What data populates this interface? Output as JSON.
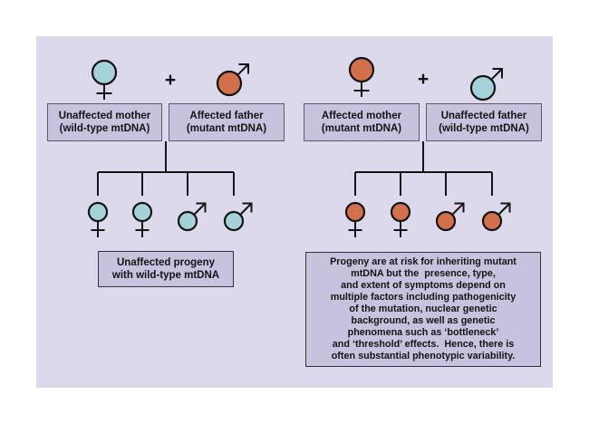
{
  "colors": {
    "page_bg": "#ffffff",
    "panel_bg": "#dcd9ec",
    "box_fill": "#c7c2de",
    "box_border": "#5b5b68",
    "summary_border": "#32323c",
    "teal": "#a5d1d8",
    "orange": "#d1704b",
    "line": "#141414",
    "text": "#141414"
  },
  "icons": {
    "plus": "+",
    "female": "female-symbol",
    "male": "male-symbol"
  },
  "left_cross": {
    "mother": {
      "name": "Unaffected mother",
      "genotype": "(wild-type mtDNA)"
    },
    "father": {
      "name": "Affected father",
      "genotype": "(mutant mtDNA)"
    },
    "progeny": {
      "females": 2,
      "males": 2,
      "status": "unaffected",
      "color": "teal"
    },
    "note": {
      "line1": "Unaffected progeny",
      "line2": "with wild-type mtDNA"
    }
  },
  "right_cross": {
    "mother": {
      "name": "Affected mother",
      "genotype": "(mutant mtDNA)"
    },
    "father": {
      "name": "Unaffected father",
      "genotype": "(wild-type mtDNA)"
    },
    "progeny": {
      "females": 2,
      "males": 2,
      "status": "at-risk",
      "color": "orange"
    },
    "note": {
      "lines": [
        "Progeny are at risk for inheriting mutant",
        "mtDNA but the  presence, type,",
        "and extent of symptoms depend on",
        "multiple factors including pathogenicity",
        "of the mutation, nuclear genetic",
        "background, as well as genetic",
        "phenomena such as ‘bottleneck’",
        "and ‘threshold’ effects.  Hence, there is",
        "often substantial phenotypic variability."
      ]
    }
  }
}
